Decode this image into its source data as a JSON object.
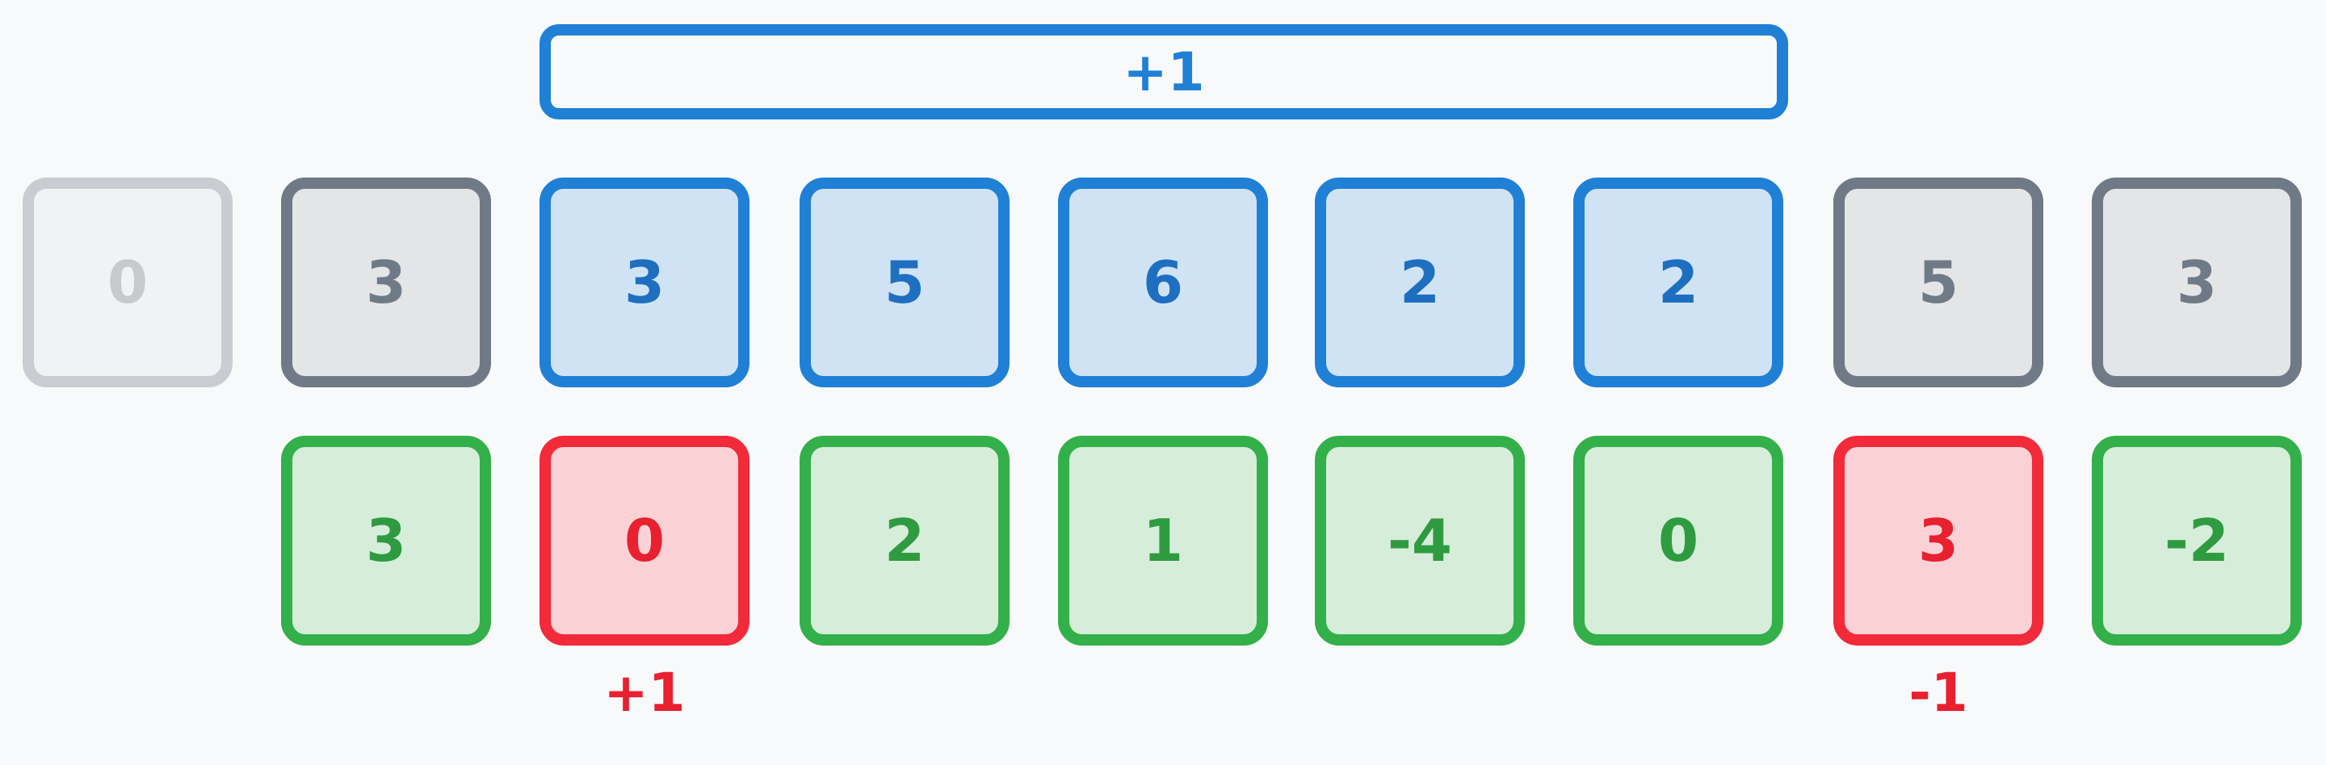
{
  "range_bar": {
    "label": "+1"
  },
  "array_row": [
    {
      "value": "0",
      "state": "faded"
    },
    {
      "value": "3",
      "state": "gray"
    },
    {
      "value": "3",
      "state": "blue"
    },
    {
      "value": "5",
      "state": "blue"
    },
    {
      "value": "6",
      "state": "blue"
    },
    {
      "value": "2",
      "state": "blue"
    },
    {
      "value": "2",
      "state": "blue"
    },
    {
      "value": "5",
      "state": "gray"
    },
    {
      "value": "3",
      "state": "gray"
    }
  ],
  "diff_row": [
    {
      "value": "3",
      "state": "green"
    },
    {
      "value": "0",
      "state": "red"
    },
    {
      "value": "2",
      "state": "green"
    },
    {
      "value": "1",
      "state": "green"
    },
    {
      "value": "-4",
      "state": "green"
    },
    {
      "value": "0",
      "state": "green"
    },
    {
      "value": "3",
      "state": "red"
    },
    {
      "value": "-2",
      "state": "green"
    }
  ],
  "deltas": {
    "start": "+1",
    "end": "-1"
  },
  "colors": {
    "blue": "#1f80d6",
    "green": "#33b04a",
    "red": "#f22a3a",
    "gray": "#707a87",
    "faded": "#c9cdd1"
  }
}
